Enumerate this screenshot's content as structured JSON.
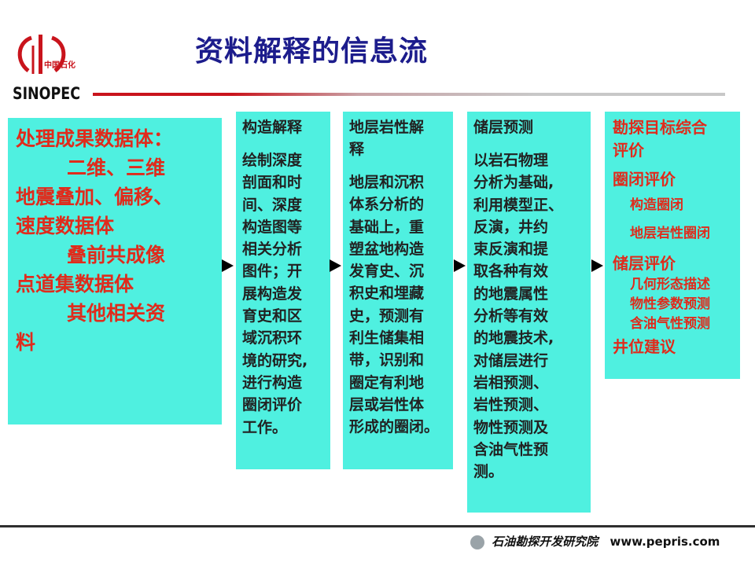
{
  "title": "资料解释的信息流",
  "logo": {
    "text_cn": "中国石化",
    "text_en": "SINOPEC",
    "brand_color": "#c9141c"
  },
  "source_box": {
    "lines": [
      "处理成果数据体：",
      "二维、三维",
      "地震叠加、偏移、",
      "速度数据体",
      "叠前共成像",
      "点道集数据体",
      "其他相关资",
      "料"
    ],
    "indented": [
      false,
      true,
      false,
      false,
      true,
      false,
      true,
      false
    ]
  },
  "struct_box": {
    "heading": "构造解释",
    "body_lines": [
      "绘制深度",
      "剖面和时",
      "间、深度",
      "构造图等",
      "相关分析",
      "图件；开",
      "展构造发",
      "育史和区",
      "域沉积环",
      "境的研究,",
      "进行构造",
      "圈闭评价",
      "工作。"
    ]
  },
  "strat_box": {
    "heading_lines": [
      "地层岩性解",
      "释"
    ],
    "body_lines": [
      "地层和沉积",
      "体系分析的",
      "基础上，重",
      "塑盆地构造",
      "发育史、沉",
      "积史和埋藏",
      "史，预测有",
      "利生储集相",
      "带，识别和",
      "圈定有利地",
      "层或岩性体",
      "形成的圈闭。"
    ]
  },
  "res_box": {
    "heading": "储层预测",
    "body_lines": [
      "以岩石物理",
      "分析为基础,",
      "利用模型正、",
      "反演，井约",
      "束反演和提",
      "取各种有效",
      "的地震属性",
      "分析等有效",
      "的地震技术,",
      "对储层进行",
      "岩相预测、",
      "岩性预测、",
      "物性预测及",
      "含油气性预",
      "测。"
    ]
  },
  "target_box": {
    "heading_lines": [
      "勘探目标综合",
      "评价"
    ],
    "trap_heading": "圈闭评价",
    "trap_items": [
      "构造圈闭",
      "地层岩性圈闭"
    ],
    "reservoir_heading": "储层评价",
    "reservoir_items": [
      "几何形态描述",
      "物性参数预测",
      "含油气性预测"
    ],
    "well_heading": "井位建议"
  },
  "footer": {
    "org": "石油勘探开发研究院",
    "url": "www.pepris.com"
  },
  "colors": {
    "box_fill": "#4ff0e0",
    "red_text": "#e02b1c",
    "title_blue": "#1c1c8c"
  }
}
